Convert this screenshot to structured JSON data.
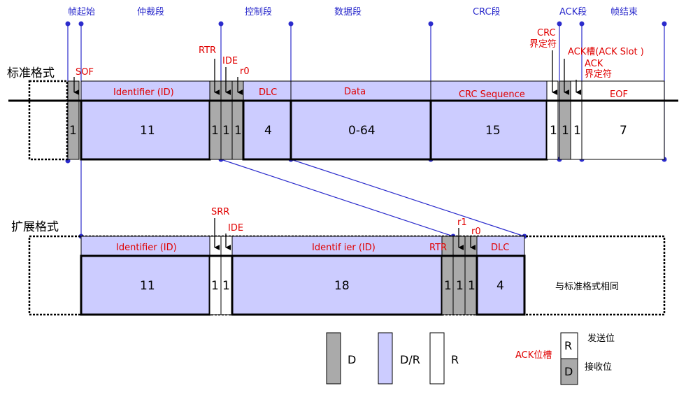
{
  "segments": {
    "sof": "帧起始",
    "arbitration": "仲裁段",
    "control": "控制段",
    "data": "数据段",
    "crc": "CRC段",
    "ack": "ACK段",
    "eof": "帧结束"
  },
  "standard": {
    "title": "标准格式",
    "sof_label": "SOF",
    "rtr_label": "RTR",
    "ide_label": "IDE",
    "r0_label": "r0",
    "crc_delim_line1": "CRC",
    "crc_delim_line2": "界定符",
    "ack_slot_label": "ACK槽(ACK Slot )",
    "ack_delim_line1": "ACK",
    "ack_delim_line2": "界定符",
    "field_identifier": "Identifier (ID)",
    "field_dlc": "DLC",
    "field_data": "Data",
    "field_crc": "CRC Sequence",
    "field_eof": "EOF",
    "bits_sof": "1",
    "bits_id": "11",
    "bits_rtr": "1",
    "bits_ide": "1",
    "bits_r0": "1",
    "bits_dlc": "4",
    "bits_data": "0-64",
    "bits_crc": "15",
    "bits_crc_delim": "1",
    "bits_ack_slot": "1",
    "bits_ack_delim": "1",
    "bits_eof": "7"
  },
  "extended": {
    "title": "扩展格式",
    "srr_label": "SRR",
    "ide_label": "IDE",
    "rtr_label": "RTR",
    "r1_label": "r1",
    "r0_label": "r0",
    "field_identifier_a": "Identifier (ID)",
    "field_identifier_b": "Identif ier (ID)",
    "field_dlc": "DLC",
    "bits_id_a": "11",
    "bits_srr": "1",
    "bits_ide": "1",
    "bits_id_b": "18",
    "bits_rtr": "1",
    "bits_r1": "1",
    "bits_r0": "1",
    "bits_dlc": "4",
    "same_as_standard": "与标准格式相同"
  },
  "legend": {
    "dominant": "D",
    "dominant_recessive": "D/R",
    "recessive": "R",
    "ack_slot": "ACK位槽",
    "send_bit": "发送位",
    "receive_bit": "接收位",
    "box_r": "R",
    "box_d": "D"
  },
  "colors": {
    "dominant_fill": "#aaaaaa",
    "variable_fill": "#ccccff",
    "recessive_fill": "#ffffff",
    "guide_line": "#2b2bcc",
    "label_red": "#e00000"
  }
}
